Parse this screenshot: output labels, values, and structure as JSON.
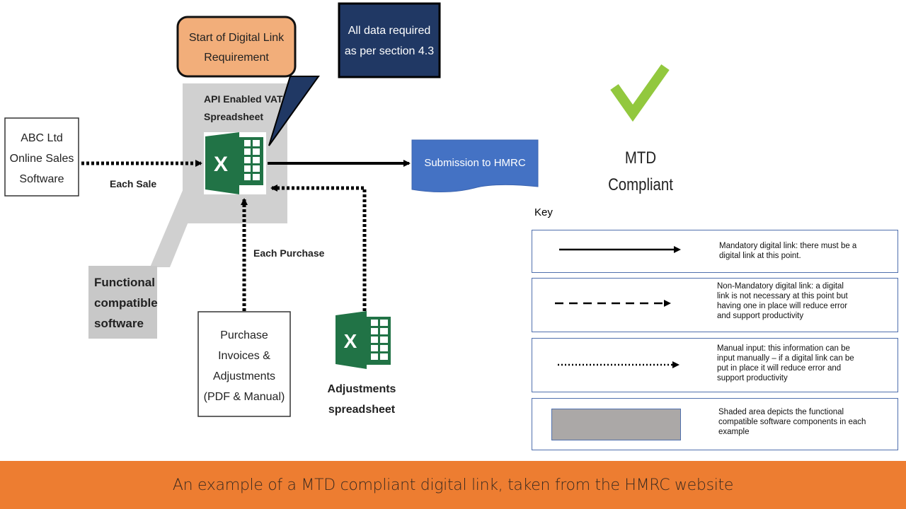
{
  "diagram": {
    "start_label": "Start of Digital Link Requirement",
    "start_lines": [
      "Start of Digital Link",
      "Requirement"
    ],
    "callout_lines": [
      "All data required",
      "as per section 4.3"
    ],
    "api_lines": [
      "API Enabled VAT",
      "Spreadsheet"
    ],
    "abc_lines": [
      "ABC Ltd",
      "Online Sales",
      "Software"
    ],
    "each_sale": "Each Sale",
    "each_purchase": "Each Purchase",
    "submission": "Submission to HMRC",
    "functional_lines": [
      "Functional",
      "compatible",
      "software"
    ],
    "purchase_lines": [
      "Purchase",
      "Invoices &",
      "Adjustments",
      "(PDF & Manual)"
    ],
    "adjustments_lines": [
      "Adjustments",
      "spreadsheet"
    ],
    "excel_letter": "X",
    "icons": [
      "excel-icon",
      "checkmark-icon"
    ]
  },
  "status": {
    "lines": [
      "MTD",
      "Compliant"
    ],
    "check_color": "#92c83e"
  },
  "key": {
    "title": "Key",
    "rows": [
      {
        "type": "solid",
        "text": [
          "Mandatory digital link: there must be a",
          "digital link at this point."
        ]
      },
      {
        "type": "dashed",
        "text": [
          "Non-Mandatory digital link: a digital",
          "link is not necessary at this point but",
          "having one in place will reduce error",
          "and support productivity"
        ]
      },
      {
        "type": "dotted",
        "text": [
          "Manual input: this information can be",
          "input manually – if a digital link can be",
          "put in place it will reduce error and",
          "support productivity"
        ]
      },
      {
        "type": "shaded",
        "text": [
          "Shaded area depicts the functional",
          "compatible software components in each",
          "example"
        ]
      }
    ]
  },
  "colors": {
    "orange_box": "#f2ae7a",
    "navy_callout": "#203864",
    "submission_blue": "#4472c4",
    "excel_green": "#217346",
    "shade_grey": "#d0d0d0",
    "footer_orange": "#ed7d31"
  },
  "footer": {
    "caption": "An example of a MTD compliant digital link, taken from the HMRC website"
  }
}
